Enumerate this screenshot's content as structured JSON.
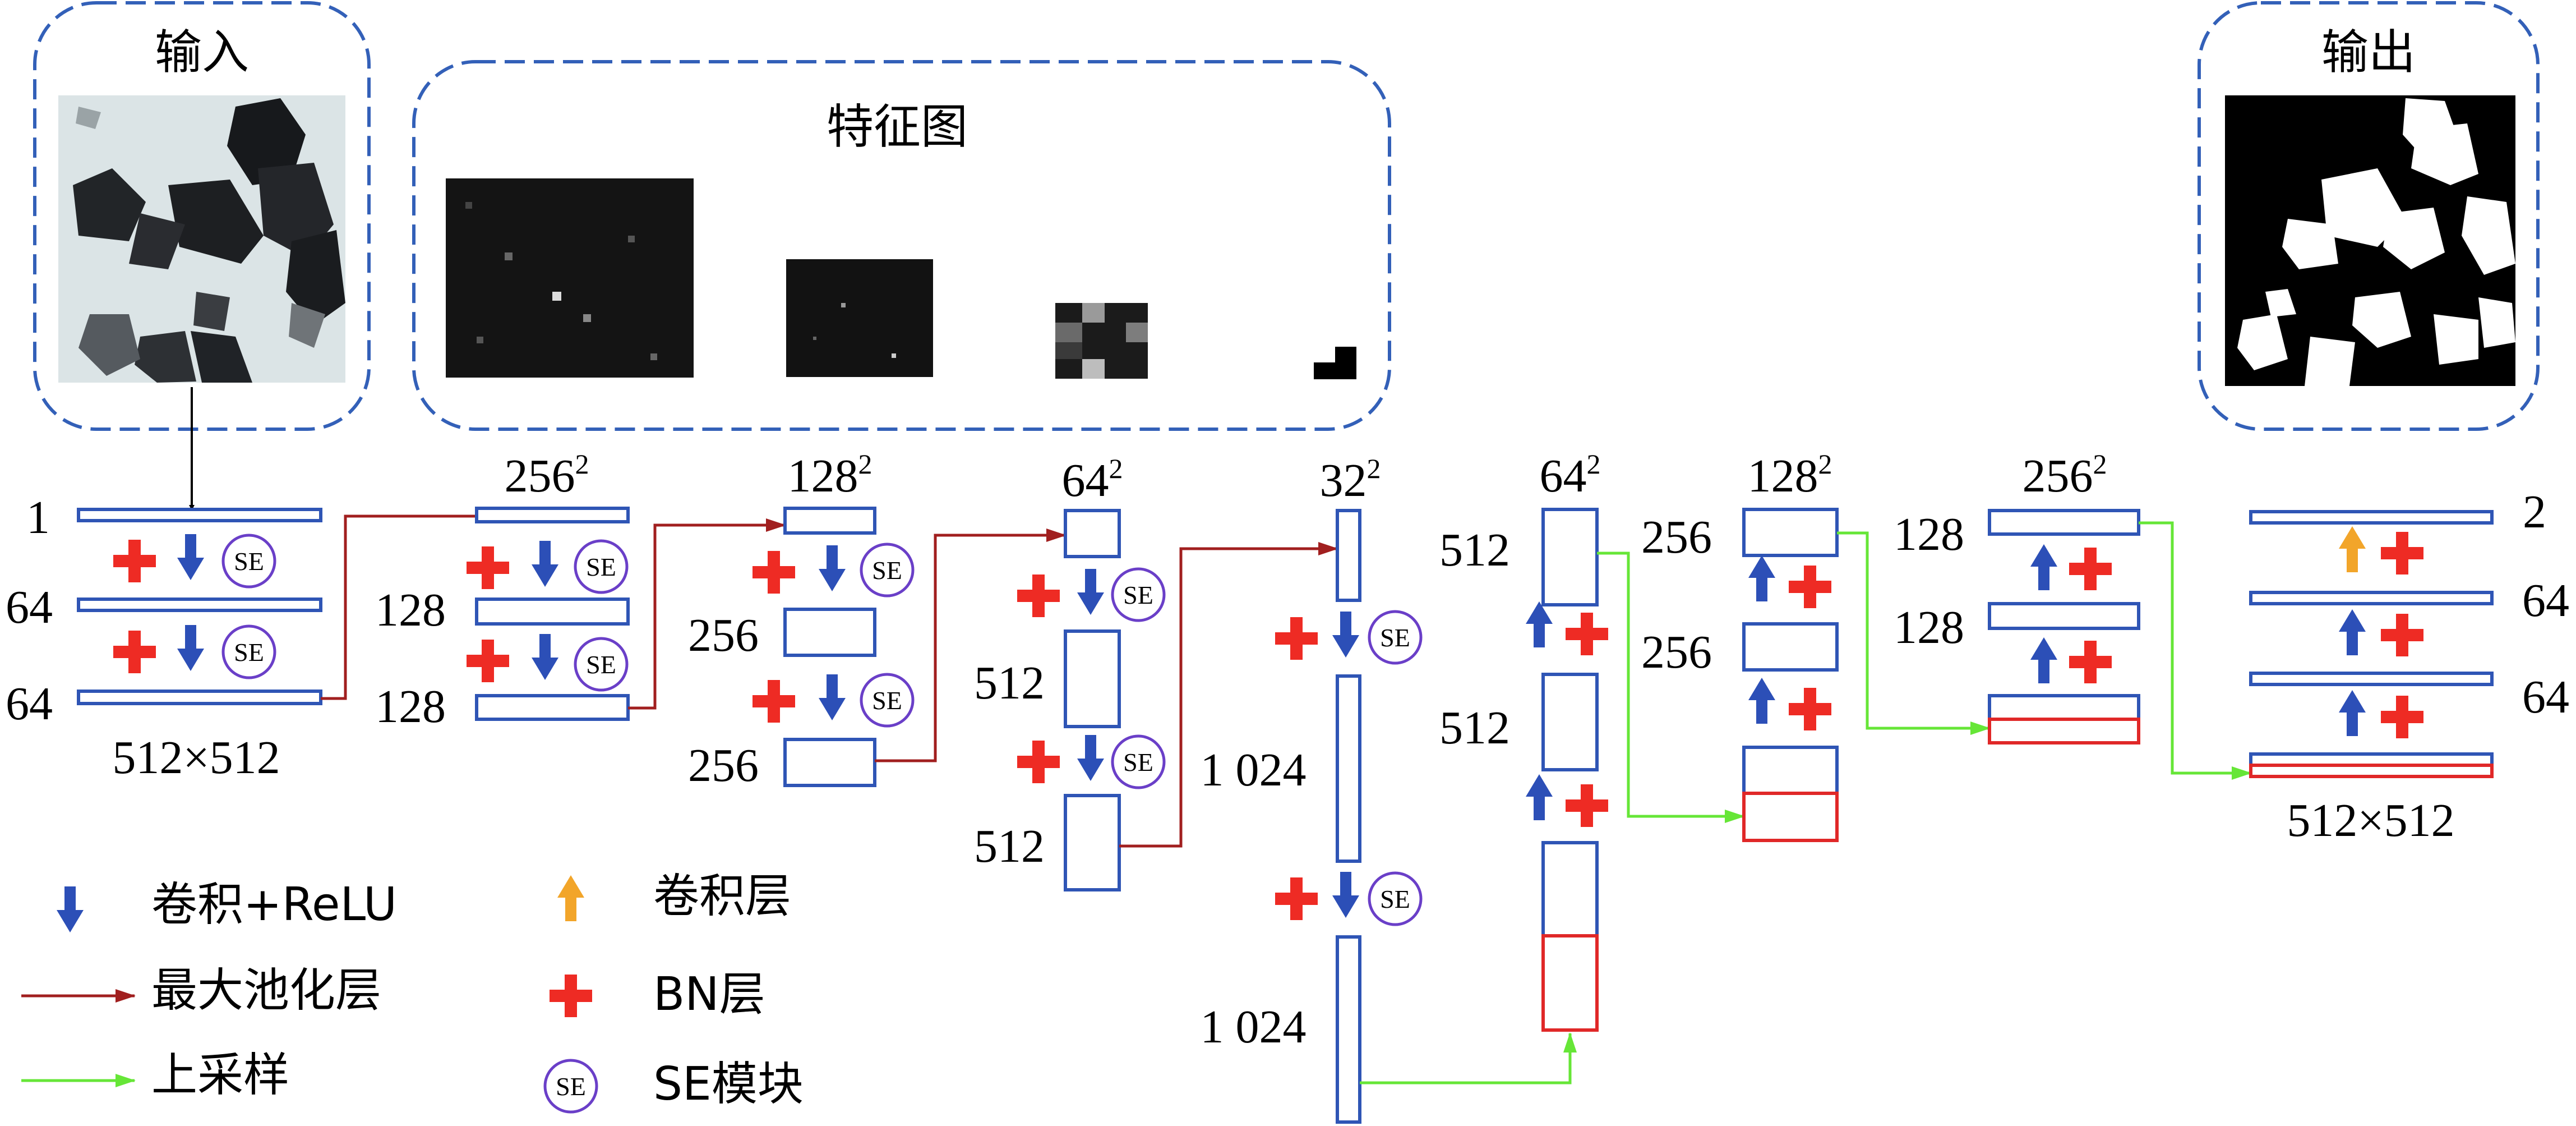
{
  "panels": {
    "input": {
      "title": "输入"
    },
    "features": {
      "title": "特征图"
    },
    "output": {
      "title": "输出"
    }
  },
  "encoder": {
    "stage1": {
      "size": "512×512",
      "channels": [
        "1",
        "64",
        "64"
      ]
    },
    "stage2": {
      "size_base": "256",
      "size_exp": "2",
      "channels": [
        "128",
        "128"
      ]
    },
    "stage3": {
      "size_base": "128",
      "size_exp": "2",
      "channels": [
        "256",
        "256"
      ]
    },
    "stage4": {
      "size_base": "64",
      "size_exp": "2",
      "channels": [
        "512",
        "512"
      ]
    },
    "bottleneck": {
      "size_base": "32",
      "size_exp": "2",
      "channels": [
        "1 024",
        "1 024"
      ]
    }
  },
  "decoder": {
    "stage4": {
      "size_base": "64",
      "size_exp": "2",
      "channels": [
        "512",
        "512"
      ]
    },
    "stage3": {
      "size_base": "128",
      "size_exp": "2",
      "channels": [
        "256",
        "256"
      ]
    },
    "stage2": {
      "size_base": "256",
      "size_exp": "2",
      "channels": [
        "128",
        "128"
      ]
    },
    "stage1": {
      "size": "512×512",
      "channels": [
        "2",
        "64",
        "64"
      ]
    }
  },
  "legend": {
    "conv_relu": "卷积+ReLU",
    "maxpool": "最大池化层",
    "upsample": "上采样",
    "conv_layer": "卷积层",
    "bn": "BN层",
    "se": "SE模块"
  },
  "se_label": "SE",
  "colors": {
    "block_blue": "#2f55b5",
    "concat_red": "#e02828",
    "plus_red": "#ee2b24",
    "down_arrow_blue": "#2c4fb7",
    "conv_orange": "#f2a52a",
    "maxpool_darkred": "#a11f1f",
    "upsample_green": "#66e637",
    "se_purple": "#6a3fc8",
    "dashed_panel": "#3360b8"
  },
  "icons": [
    "down-arrow-icon",
    "up-arrow-icon",
    "plus-icon",
    "se-circle-icon",
    "right-arrow-icon"
  ]
}
